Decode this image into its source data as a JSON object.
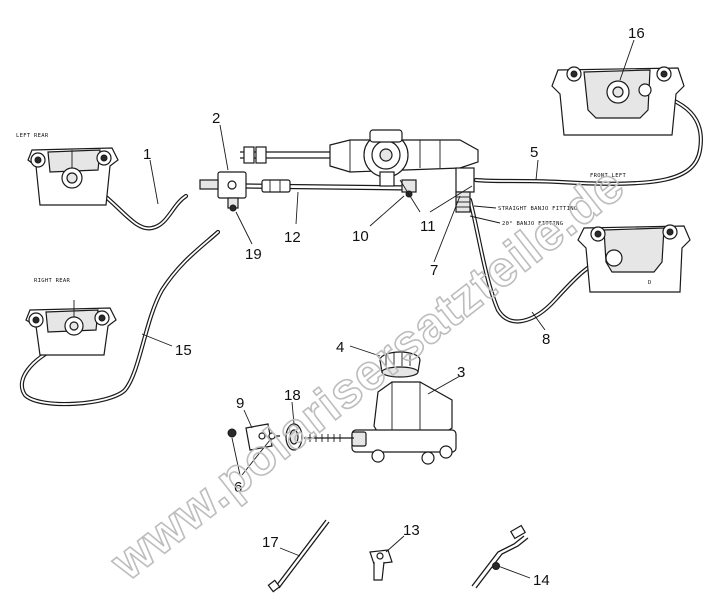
{
  "diagram": {
    "watermark": "www.polarisersatzteile.de",
    "labels": {
      "left_rear": "LEFT REAR",
      "right_rear": "RIGHT REAR",
      "front_left": "FRONT LEFT",
      "straight_banjo": "STRAIGHT BANJO FITTING",
      "banjo_20": "20° BANJO FITTING",
      "caliper_d": "D"
    },
    "callouts": [
      {
        "id": "c1",
        "number": "1"
      },
      {
        "id": "c2",
        "number": "2"
      },
      {
        "id": "c3",
        "number": "3"
      },
      {
        "id": "c4",
        "number": "4"
      },
      {
        "id": "c5",
        "number": "5"
      },
      {
        "id": "c6",
        "number": "6"
      },
      {
        "id": "c7",
        "number": "7"
      },
      {
        "id": "c8",
        "number": "8"
      },
      {
        "id": "c9",
        "number": "9"
      },
      {
        "id": "c10",
        "number": "10"
      },
      {
        "id": "c11",
        "number": "11"
      },
      {
        "id": "c12",
        "number": "12"
      },
      {
        "id": "c13",
        "number": "13"
      },
      {
        "id": "c14",
        "number": "14"
      },
      {
        "id": "c15",
        "number": "15"
      },
      {
        "id": "c16",
        "number": "16"
      },
      {
        "id": "c17",
        "number": "17"
      },
      {
        "id": "c18",
        "number": "18"
      },
      {
        "id": "c19",
        "number": "19"
      }
    ]
  }
}
